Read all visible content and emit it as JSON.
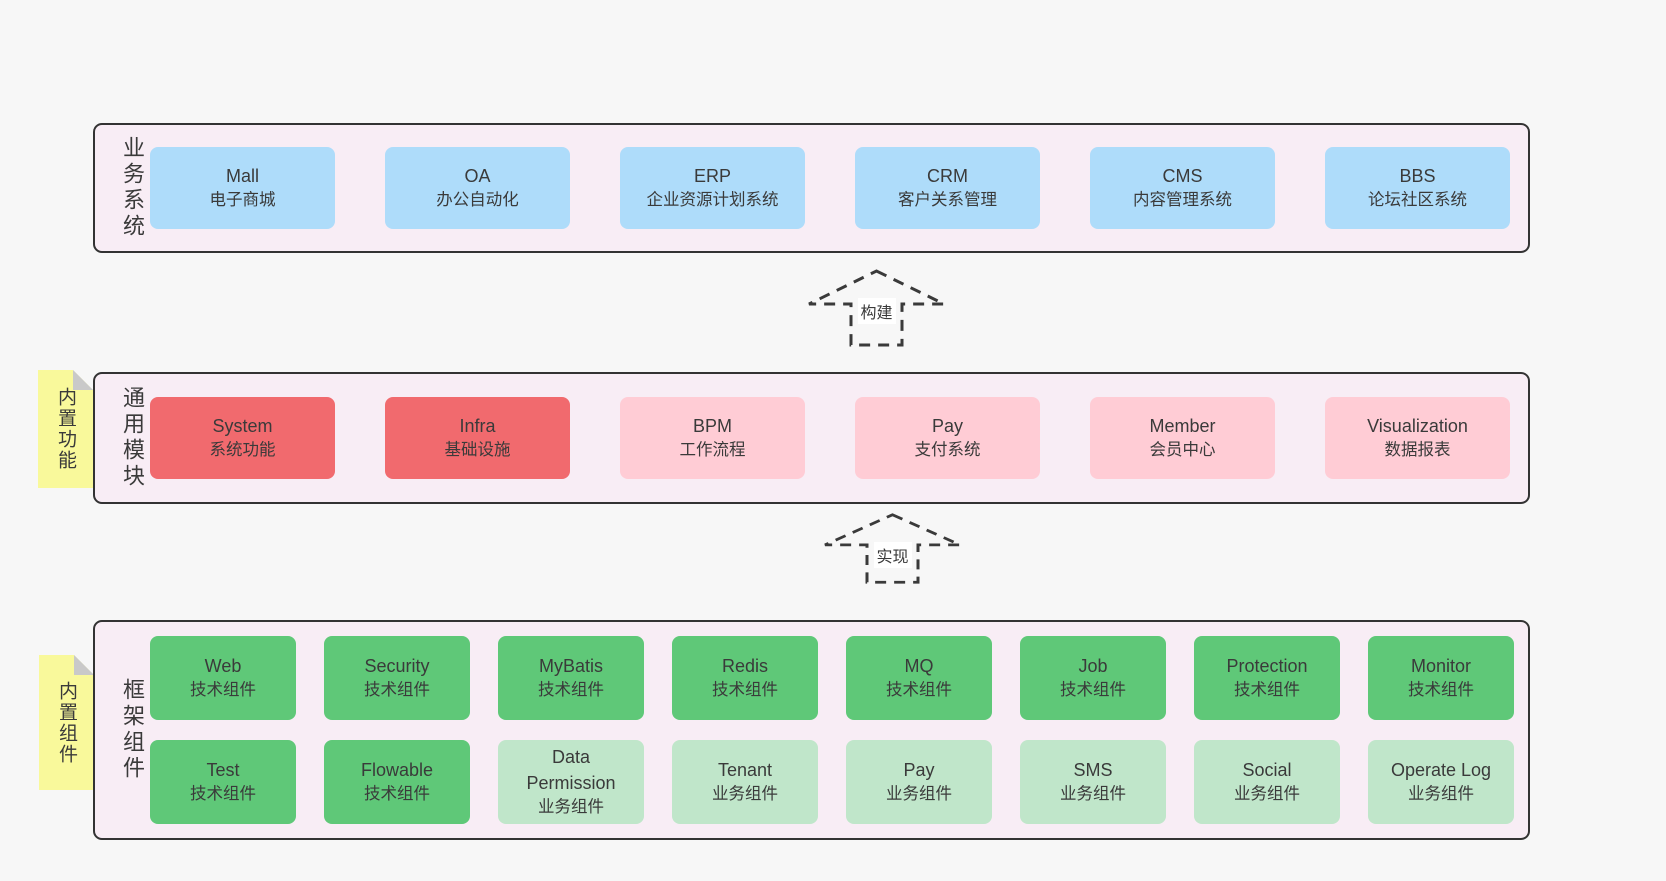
{
  "palette": {
    "page_bg": "#f7f7f7",
    "layer_bg": "#f8edf5",
    "layer_border": "#333333",
    "blue_box": "#aedcfa",
    "red_box": "#f16a6e",
    "pink_box": "#ffccd5",
    "green_box": "#5fc878",
    "light_green_box": "#c0e6ca",
    "note_yellow": "#f9f99b",
    "note_fold_gray": "#c9c9c9",
    "text": "#3a3a3a"
  },
  "layers": [
    {
      "label": "业务系统",
      "boxes": [
        {
          "name": "Mall",
          "desc": "电子商城"
        },
        {
          "name": "OA",
          "desc": "办公自动化"
        },
        {
          "name": "ERP",
          "desc": "企业资源计划系统"
        },
        {
          "name": "CRM",
          "desc": "客户关系管理"
        },
        {
          "name": "CMS",
          "desc": "内容管理系统"
        },
        {
          "name": "BBS",
          "desc": "论坛社区系统"
        }
      ]
    },
    {
      "label": "通用模块",
      "note": "内置功能",
      "boxes": [
        {
          "name": "System",
          "desc": "系统功能"
        },
        {
          "name": "Infra",
          "desc": "基础设施"
        },
        {
          "name": "BPM",
          "desc": "工作流程"
        },
        {
          "name": "Pay",
          "desc": "支付系统"
        },
        {
          "name": "Member",
          "desc": "会员中心"
        },
        {
          "name": "Visualization",
          "desc": "数据报表"
        }
      ]
    },
    {
      "label": "框架组件",
      "note": "内置组件",
      "rows": [
        [
          {
            "name": "Web",
            "desc": "技术组件"
          },
          {
            "name": "Security",
            "desc": "技术组件"
          },
          {
            "name": "MyBatis",
            "desc": "技术组件"
          },
          {
            "name": "Redis",
            "desc": "技术组件"
          },
          {
            "name": "MQ",
            "desc": "技术组件"
          },
          {
            "name": "Job",
            "desc": "技术组件"
          },
          {
            "name": "Protection",
            "desc": "技术组件"
          },
          {
            "name": "Monitor",
            "desc": "技术组件"
          }
        ],
        [
          {
            "name": "Test",
            "desc": "技术组件"
          },
          {
            "name": "Flowable",
            "desc": "技术组件"
          },
          {
            "name": "Data Permission",
            "desc": "业务组件"
          },
          {
            "name": "Tenant",
            "desc": "业务组件"
          },
          {
            "name": "Pay",
            "desc": "业务组件"
          },
          {
            "name": "SMS",
            "desc": "业务组件"
          },
          {
            "name": "Social",
            "desc": "业务组件"
          },
          {
            "name": "Operate Log",
            "desc": "业务组件"
          }
        ]
      ]
    }
  ],
  "arrows": [
    {
      "label": "构建"
    },
    {
      "label": "实现"
    }
  ]
}
